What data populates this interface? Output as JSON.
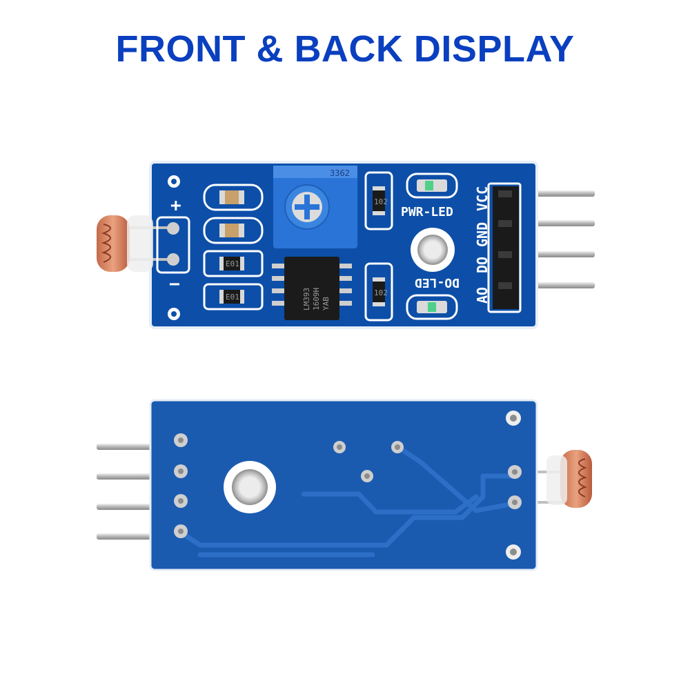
{
  "title": "FRONT & BACK DISPLAY",
  "colors": {
    "title": "#0a3fbf",
    "pcb_front": "#0d4fa8",
    "pcb_back": "#1a5bb0",
    "silkscreen": "#ffffff",
    "pins": "#c9c9c9"
  },
  "front": {
    "labels": {
      "plus": "+",
      "minus": "−",
      "pwr_led": "PWR-LED",
      "do_led": "DO-LED",
      "vcc": "VCC",
      "gnd": "GND",
      "do": "DO",
      "ao": "AO"
    },
    "potentiometer_code": "3362",
    "chip": {
      "line1": "LM393",
      "line2": "1609H",
      "line3": "YAB"
    },
    "resistor_code": "102",
    "capacitor_code": "E01"
  }
}
